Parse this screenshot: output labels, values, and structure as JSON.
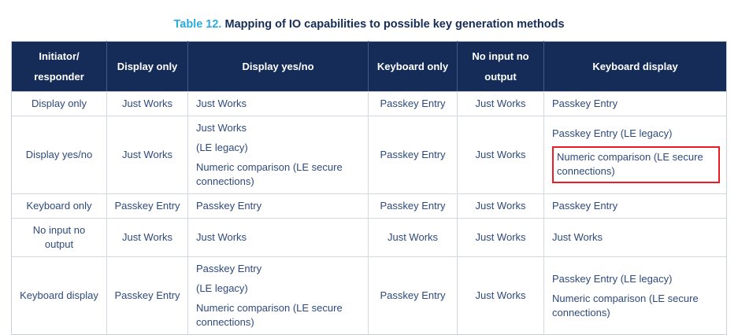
{
  "caption": {
    "label": "Table 12.",
    "text": "Mapping of IO capabilities to possible key generation methods"
  },
  "colors": {
    "header_bg": "#152C58",
    "caption_label": "#29ABE2",
    "caption_text": "#152C58",
    "body_text": "#2E4A7D",
    "highlight_box": "#ED1C24",
    "grid_line": "#d2d7e2"
  },
  "table": {
    "headers": [
      "Initiator/ responder",
      "Display only",
      "Display yes/no",
      "Keyboard only",
      "No input no output",
      "Keyboard display"
    ],
    "header_lines": {
      "h0a": "Initiator/",
      "h0b": "responder",
      "h1": "Display only",
      "h2": "Display yes/no",
      "h3": "Keyboard only",
      "h4a": "No input no",
      "h4b": "output",
      "h5": "Keyboard display"
    },
    "rows": [
      {
        "label": "Display only",
        "display_only": "Just Works",
        "display_yes_no": "Just Works",
        "keyboard_only": "Passkey Entry",
        "no_input_no_output": "Just Works",
        "keyboard_display": "Passkey Entry"
      },
      {
        "label": "Display yes/no",
        "display_only": "Just Works",
        "display_yes_no_l1": "Just Works",
        "display_yes_no_l2": "(LE legacy)",
        "display_yes_no_l3": "Numeric comparison (LE secure connections)",
        "keyboard_only": "Passkey Entry",
        "no_input_no_output": "Just Works",
        "keyboard_display_l1": "Passkey Entry (LE legacy)",
        "keyboard_display_l2": "Numeric comparison (LE secure connections)"
      },
      {
        "label": "Keyboard only",
        "display_only": "Passkey Entry",
        "display_yes_no": "Passkey Entry",
        "keyboard_only": "Passkey Entry",
        "no_input_no_output": "Just Works",
        "keyboard_display": "Passkey Entry"
      },
      {
        "label": "No input no output",
        "display_only": "Just Works",
        "display_yes_no": "Just Works",
        "keyboard_only": "Just Works",
        "no_input_no_output": "Just Works",
        "keyboard_display": "Just Works"
      },
      {
        "label": "Keyboard display",
        "display_only": "Passkey Entry",
        "display_yes_no_l1": "Passkey Entry",
        "display_yes_no_l2": "(LE legacy)",
        "display_yes_no_l3": "Numeric comparison (LE secure connections)",
        "keyboard_only": "Passkey Entry",
        "no_input_no_output": "Just Works",
        "keyboard_display_l1": "Passkey Entry (LE legacy)",
        "keyboard_display_l2": "Numeric comparison (LE secure connections)"
      }
    ]
  }
}
